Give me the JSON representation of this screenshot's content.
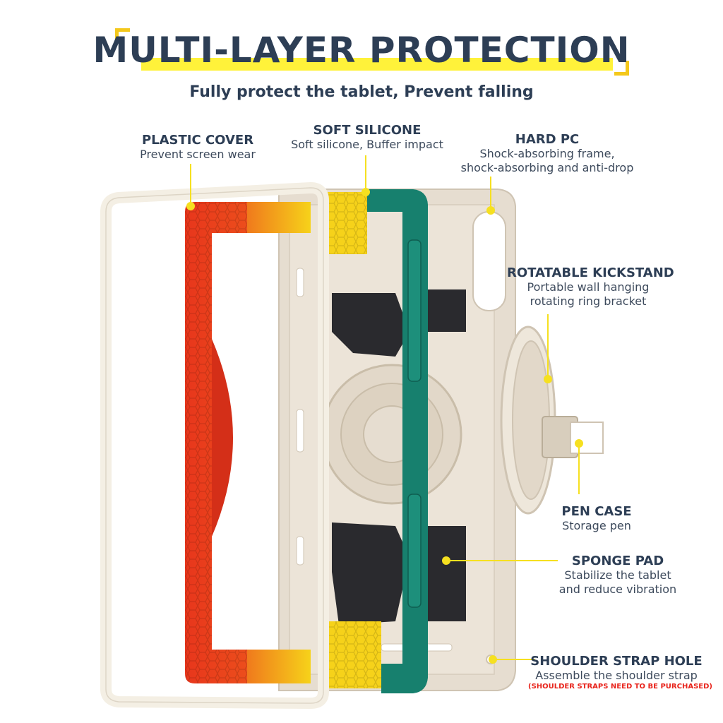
{
  "header": {
    "title": "MULTI-LAYER PROTECTION",
    "subtitle": "Fully protect the tablet, Prevent falling"
  },
  "colors": {
    "title_text": "#2d3e55",
    "highlight": "#fff23a",
    "bracket": "#f4c81b",
    "callout_line": "#f6e020",
    "note_red": "#e8231b",
    "cover_red": "#e8361c",
    "cover_orange": "#f07a1c",
    "silicone_yellow": "#f6d21a",
    "silicone_teal": "#17806e",
    "pc_beige": "#e6ddd0",
    "frame_cream": "#f4efe4"
  },
  "callouts": {
    "plastic_cover": {
      "title": "PLASTIC COVER",
      "desc": "Prevent screen wear"
    },
    "soft_silicone": {
      "title": "SOFT SILICONE",
      "desc": "Soft silicone, Buffer impact"
    },
    "hard_pc": {
      "title": "HARD PC",
      "desc_line1": "Shock-absorbing frame,",
      "desc_line2": "shock-absorbing and anti-drop"
    },
    "kickstand": {
      "title": "ROTATABLE KICKSTAND",
      "desc_line1": "Portable wall hanging",
      "desc_line2": "rotating ring bracket"
    },
    "pen_case": {
      "title": "PEN CASE",
      "desc": "Storage pen"
    },
    "sponge_pad": {
      "title": "SPONGE PAD",
      "desc_line1": "Stabilize the tablet",
      "desc_line2": "and reduce vibration"
    },
    "strap_hole": {
      "title": "SHOULDER STRAP HOLE",
      "desc": "Assemble the shoulder strap",
      "note": "(SHOULDER STRAPS NEED TO BE PURCHASED)"
    }
  }
}
